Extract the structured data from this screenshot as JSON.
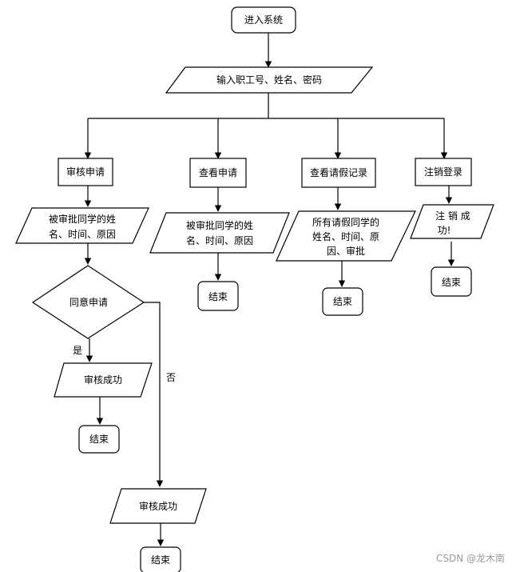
{
  "nodes": {
    "start": "进入系统",
    "input": "输入职工号、姓名、密码",
    "review": "审核申请",
    "view": "查看申请",
    "records": "查看请假记录",
    "logout": "注销登录",
    "reviewee_line1": "被审批同学的姓",
    "reviewee_line2": "名、时间、原因",
    "view_line1": "被审批同学的姓",
    "view_line2": "名、时间、原因",
    "records_line1": "所有请假同学的",
    "records_line2": "姓名、时间、原",
    "records_line3": "因、审批",
    "logout_line1": "注 销 成",
    "logout_line2": "功!",
    "decision": "同意申请",
    "yes": "是",
    "no": "否",
    "success_yes": "审核成功",
    "success_no": "审核成功",
    "end": "结束"
  },
  "watermark": "CSDN @龙木南",
  "colors": {
    "stroke": "#000000",
    "fill": "#ffffff",
    "watermark": "#9a9a9a"
  }
}
